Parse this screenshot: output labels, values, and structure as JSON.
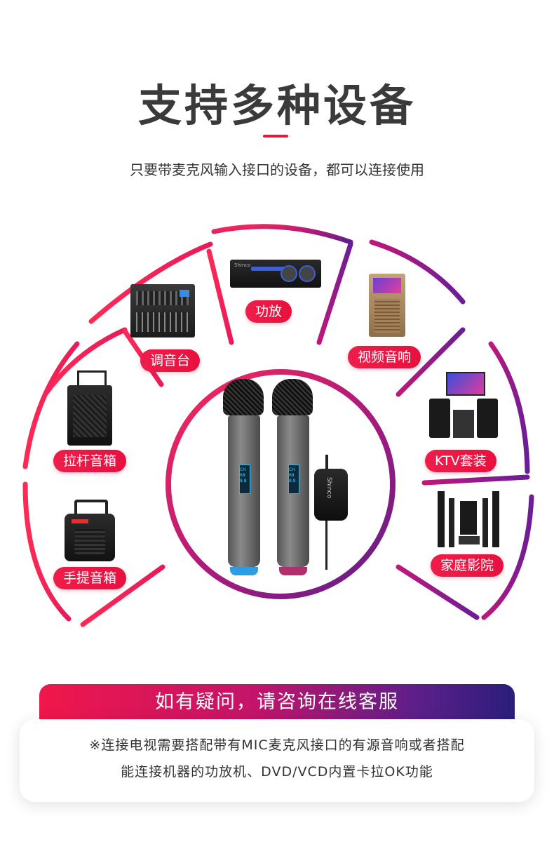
{
  "header": {
    "title": "支持多种设备",
    "subtitle": "只要带麦克风输入接口的设备，都可以连接使用"
  },
  "devices": {
    "amplifier": "功放",
    "mixer": "调音台",
    "video_speaker": "视频音响",
    "trolley_speaker": "拉杆音箱",
    "ktv_set": "KTV套装",
    "portable_speaker": "手提音箱",
    "home_theater": "家庭影院"
  },
  "brand": "Shinco",
  "mic_display": "CH 688.8",
  "banner": {
    "text": "如有疑问，请咨询在线客服"
  },
  "notice": {
    "line1": "※连接电视需要搭配带有MIC麦克风接口的有源音响或者搭配",
    "line2": "能连接机器的功放机、DVD/VCD内置卡拉OK功能"
  },
  "colors": {
    "accent": "#e31b3a",
    "pink": "#f0174a",
    "purple": "#5b1f8a"
  }
}
